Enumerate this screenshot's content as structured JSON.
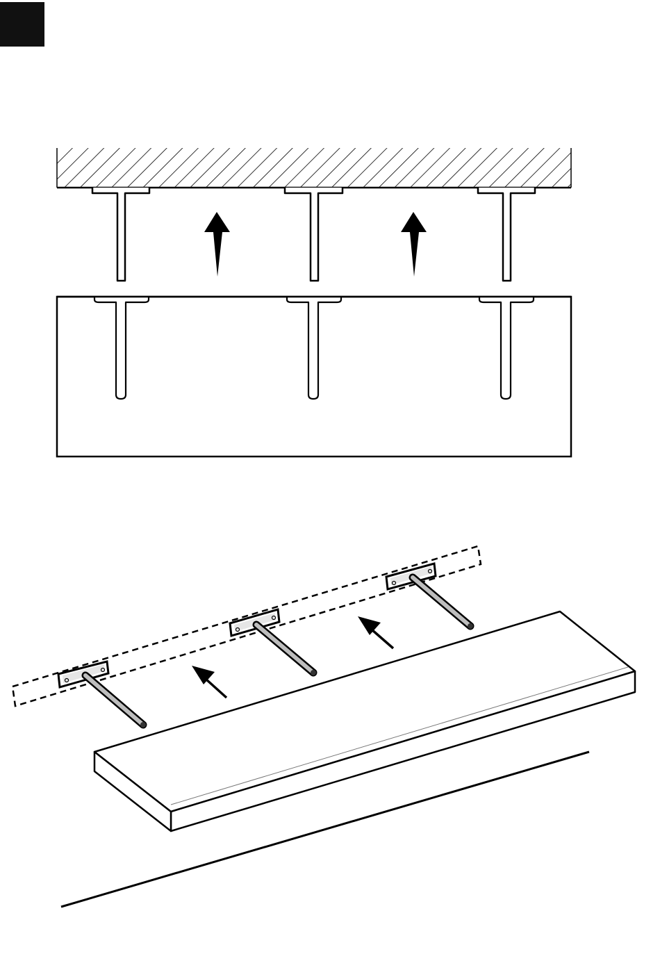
{
  "step": {
    "number": ""
  },
  "colors": {
    "ink": "#000000",
    "paper": "#ffffff",
    "badge": "#111111",
    "rod_fill": "#bdbdbd",
    "plate_fill": "#e6e6e6"
  },
  "figures": {
    "top_view": {
      "description_icons": [
        "wall-hatch",
        "t-bracket",
        "up-arrow",
        "shelf-slot"
      ],
      "bracket_count": 3,
      "arrow_count": 2
    },
    "perspective_view": {
      "description_icons": [
        "dashed-mount-outline",
        "mount-plate",
        "rod",
        "diagonal-arrow",
        "shelf-board",
        "floor-line"
      ],
      "bracket_count": 3,
      "arrow_count": 2
    }
  }
}
